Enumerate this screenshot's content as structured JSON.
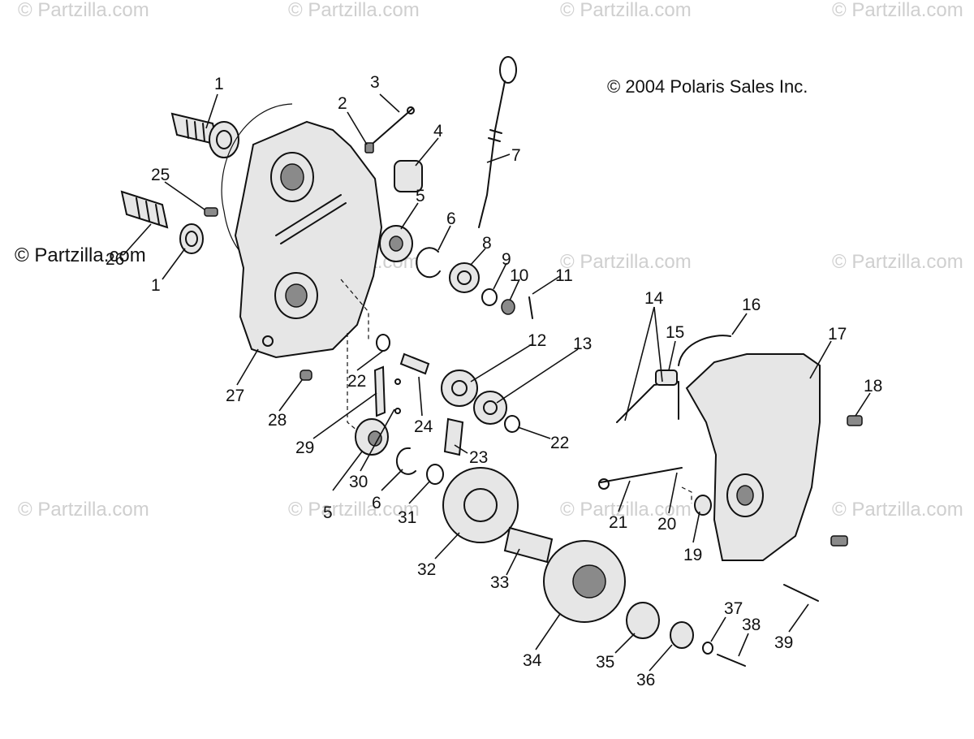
{
  "watermarks": {
    "brand_text": "© Partzilla.com",
    "left_label": "© Partzilla.com"
  },
  "copyright": "© 2004 Polaris Sales Inc.",
  "callouts": [
    {
      "id": "1a",
      "label": "1"
    },
    {
      "id": "1b",
      "label": "1"
    },
    {
      "id": "2",
      "label": "2"
    },
    {
      "id": "3",
      "label": "3"
    },
    {
      "id": "4",
      "label": "4"
    },
    {
      "id": "5a",
      "label": "5"
    },
    {
      "id": "5b",
      "label": "5"
    },
    {
      "id": "6a",
      "label": "6"
    },
    {
      "id": "6b",
      "label": "6"
    },
    {
      "id": "7",
      "label": "7"
    },
    {
      "id": "8",
      "label": "8"
    },
    {
      "id": "9",
      "label": "9"
    },
    {
      "id": "10",
      "label": "10"
    },
    {
      "id": "11",
      "label": "11"
    },
    {
      "id": "12",
      "label": "12"
    },
    {
      "id": "13",
      "label": "13"
    },
    {
      "id": "14",
      "label": "14"
    },
    {
      "id": "15",
      "label": "15"
    },
    {
      "id": "16",
      "label": "16"
    },
    {
      "id": "17",
      "label": "17"
    },
    {
      "id": "18",
      "label": "18"
    },
    {
      "id": "19",
      "label": "19"
    },
    {
      "id": "20",
      "label": "20"
    },
    {
      "id": "21",
      "label": "21"
    },
    {
      "id": "22a",
      "label": "22"
    },
    {
      "id": "22b",
      "label": "22"
    },
    {
      "id": "23",
      "label": "23"
    },
    {
      "id": "24",
      "label": "24"
    },
    {
      "id": "25",
      "label": "25"
    },
    {
      "id": "26",
      "label": "26"
    },
    {
      "id": "27",
      "label": "27"
    },
    {
      "id": "28",
      "label": "28"
    },
    {
      "id": "29",
      "label": "29"
    },
    {
      "id": "30",
      "label": "30"
    },
    {
      "id": "31",
      "label": "31"
    },
    {
      "id": "32",
      "label": "32"
    },
    {
      "id": "33",
      "label": "33"
    },
    {
      "id": "34",
      "label": "34"
    },
    {
      "id": "35",
      "label": "35"
    },
    {
      "id": "36",
      "label": "36"
    },
    {
      "id": "37",
      "label": "37"
    },
    {
      "id": "38",
      "label": "38"
    },
    {
      "id": "39",
      "label": "39"
    }
  ]
}
